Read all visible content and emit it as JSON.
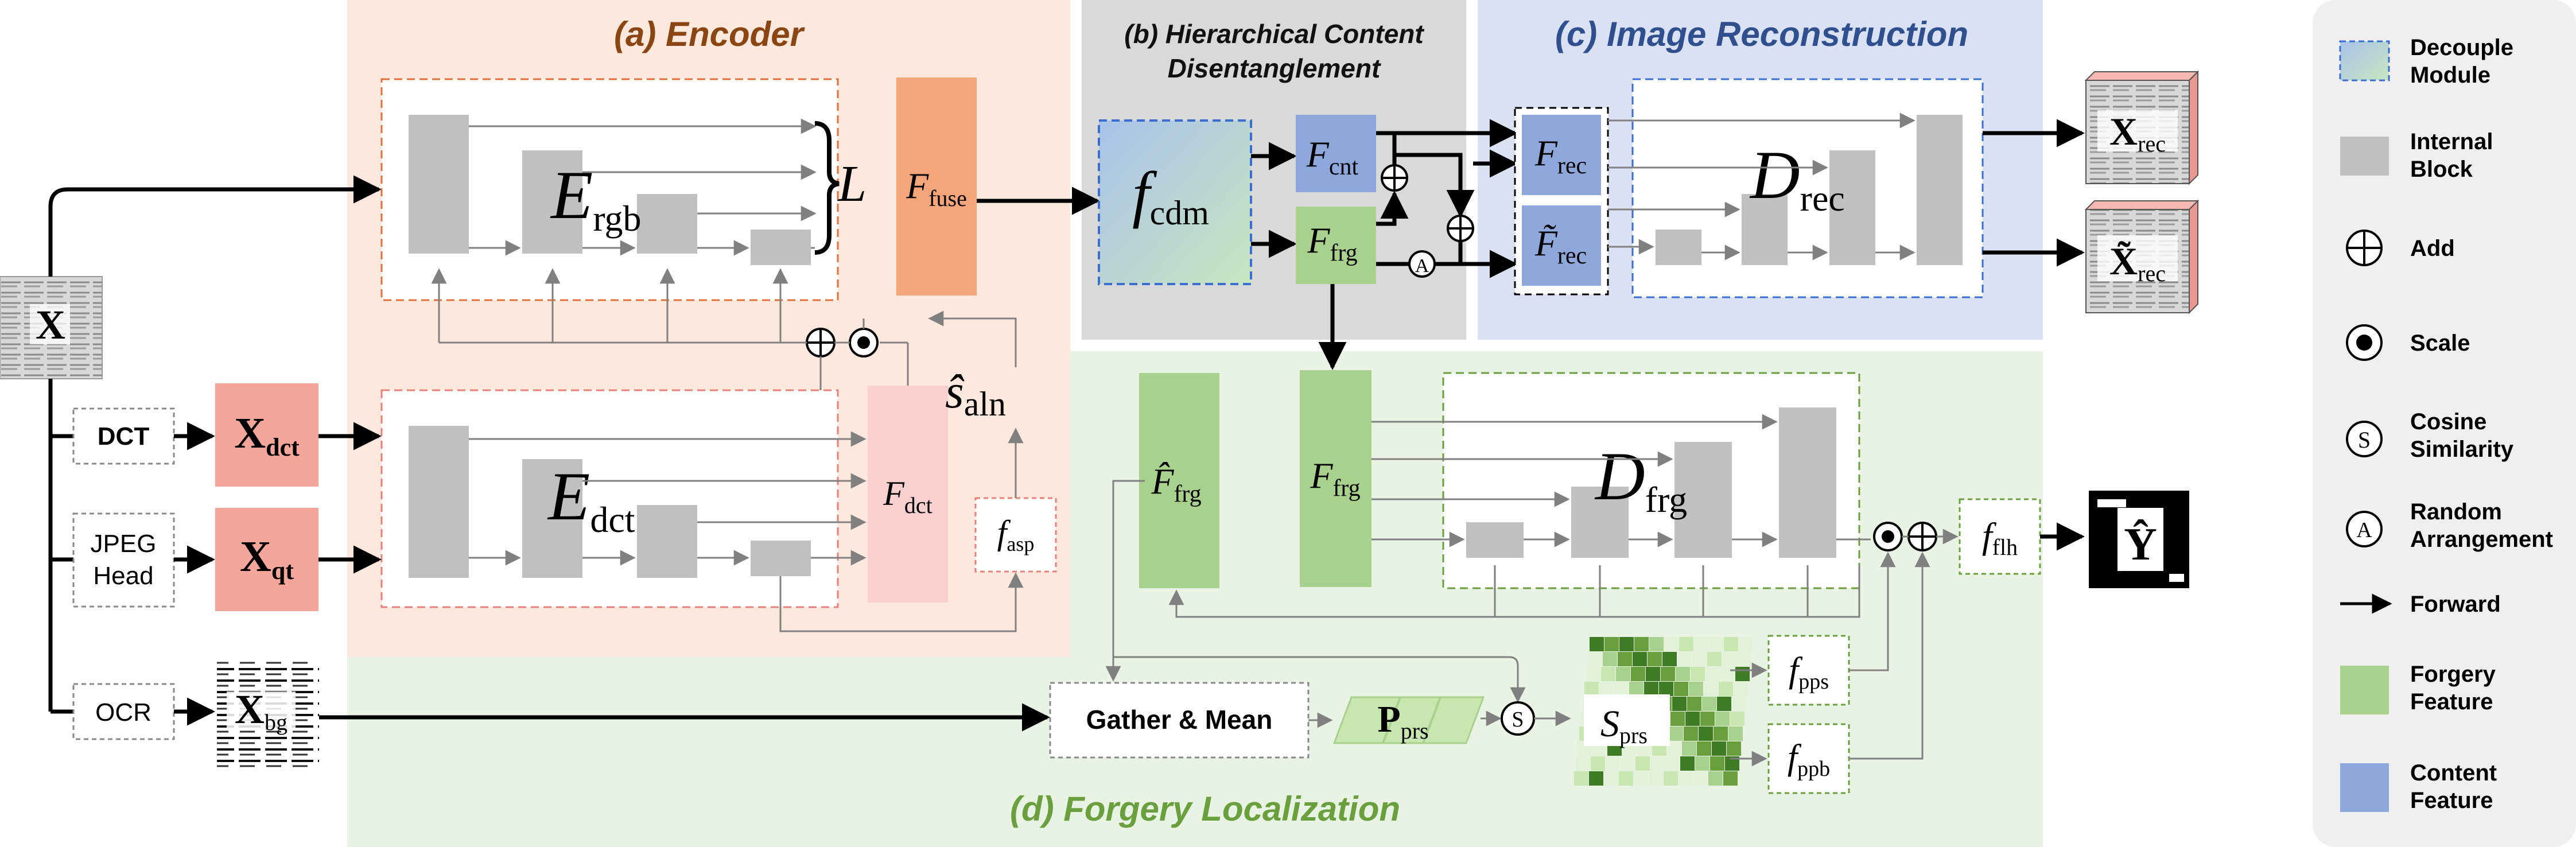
{
  "sections": {
    "encoder": {
      "title": "(a) Encoder"
    },
    "hcd": {
      "title_line1": "(b) Hierarchical Content",
      "title_line2": "Disentanglement"
    },
    "recon": {
      "title": "(c) Image Reconstruction"
    },
    "localization": {
      "title": "(d) Forgery Localization"
    }
  },
  "inputs": {
    "x": "X",
    "x_dct": "X",
    "x_dct_sub": "dct",
    "x_qt": "X",
    "x_qt_sub": "qt",
    "x_bg": "X",
    "x_bg_sub": "bg"
  },
  "ops": {
    "dct": "DCT",
    "jpeg_line1": "JPEG",
    "jpeg_line2": "Head",
    "ocr": "OCR",
    "gather_mean": "Gather & Mean"
  },
  "modules": {
    "e_rgb": "E",
    "e_rgb_sub": "rgb",
    "e_dct": "E",
    "e_dct_sub": "dct",
    "L": "L",
    "f_fuse": "F",
    "f_fuse_sub": "fuse",
    "f_dct": "F",
    "f_dct_sub": "dct",
    "s_aln": "ŝ",
    "s_aln_sub": "aln",
    "f_asp": "f",
    "f_asp_sub": "asp",
    "f_cdm": "f",
    "f_cdm_sub": "cdm",
    "f_cnt": "F",
    "f_cnt_sub": "cnt",
    "f_frg_hcd": "F",
    "f_frg_hcd_sub": "frg",
    "f_rec": "F",
    "f_rec_sub": "rec",
    "f_rec_tilde": "F̃",
    "f_rec_tilde_sub": "rec",
    "d_rec": "D",
    "d_rec_sub": "rec",
    "x_rec": "X",
    "x_rec_sub": "rec",
    "x_rec_tilde": "X̃",
    "x_rec_tilde_sub": "rec",
    "f_frg_hat": "F̂",
    "f_frg_hat_sub": "frg",
    "f_frg_loc": "F",
    "f_frg_loc_sub": "frg",
    "d_frg": "D",
    "d_frg_sub": "frg",
    "f_flh": "f",
    "f_flh_sub": "flh",
    "y_hat": "Ŷ",
    "p_prs": "P",
    "p_prs_sub": "prs",
    "s_prs": "S",
    "s_prs_sub": "prs",
    "f_pps": "f",
    "f_pps_sub": "pps",
    "f_ppb": "f",
    "f_ppb_sub": "ppb",
    "random_sym": "A",
    "cos_sym": "S"
  },
  "legend": {
    "items": [
      {
        "line1": "Decouple",
        "line2": "Module"
      },
      {
        "line1": "Internal",
        "line2": "Block"
      },
      {
        "line1": "Add",
        "line2": ""
      },
      {
        "line1": "Scale",
        "line2": ""
      },
      {
        "line1": "Cosine",
        "line2": "Similarity"
      },
      {
        "line1": "Random",
        "line2": "Arrangement"
      },
      {
        "line1": "Forward",
        "line2": ""
      },
      {
        "line1": "Forgery",
        "line2": "Feature"
      },
      {
        "line1": "Content",
        "line2": "Feature"
      }
    ],
    "symbols": {
      "cos": "S",
      "random": "A"
    }
  },
  "colors": {
    "encoder_bg": "#fce8dc",
    "hcd_bg": "#d9d9d9",
    "recon_bg": "#d9e1f2",
    "loc_bg": "#e9f3e3",
    "encoder_title": "#8b4513",
    "recon_title": "#2f4f8f",
    "loc_title": "#6a9f3e",
    "fuse": "#f4a57a",
    "dct_feat": "#f8d0d0",
    "input_pink": "#f4a69a",
    "content_blue": "#8fa8dc",
    "forgery_green": "#a9d18e",
    "internal_gray": "#c0c0c0",
    "legend_bg": "#efefef"
  }
}
